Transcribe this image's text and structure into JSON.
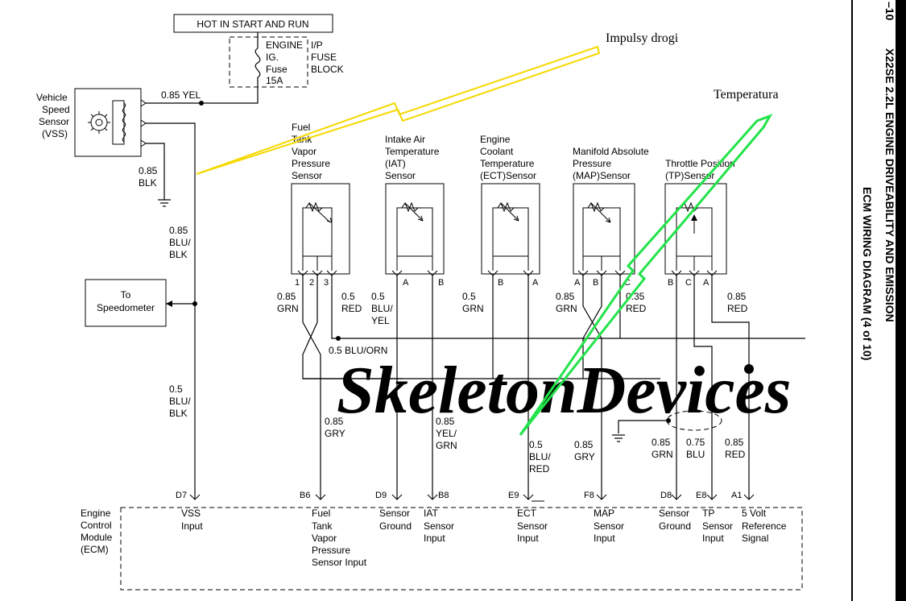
{
  "header": {
    "hot_label": "HOT IN START AND RUN",
    "fuse_line1": "ENGINE",
    "fuse_line2": "IG.",
    "fuse_line3": "Fuse",
    "fuse_line4": "15A",
    "fuse_block1": "I/P",
    "fuse_block2": "FUSE",
    "fuse_block3": "BLOCK"
  },
  "annotations": {
    "impulsy": "Impulsy drogi",
    "temperatura": "Temperatura"
  },
  "vss": {
    "name1": "Vehicle",
    "name2": "Speed",
    "name3": "Sensor",
    "name4": "(VSS)"
  },
  "speedometer": {
    "line1": "To",
    "line2": "Speedometer"
  },
  "wires": {
    "w_yel": "0.85 YEL",
    "w_blk_a": "0.85",
    "w_blk_b": "BLK",
    "w_blublk1_a": "0.85",
    "w_blublk1_b": "BLU/",
    "w_blublk1_c": "BLK",
    "w_blublk2_a": "0.5",
    "w_blublk2_b": "BLU/",
    "w_blublk2_c": "BLK",
    "w_grn1_a": "0.85",
    "w_grn1_b": "GRN",
    "w_red1_a": "0.5",
    "w_red1_b": "RED",
    "w_bluyel_a": "0.5",
    "w_bluyel_b": "BLU/",
    "w_bluyel_c": "YEL",
    "w_bluorn": "0.5 BLU/ORN",
    "w_grn2_a": "0.5",
    "w_grn2_b": "GRN",
    "w_grn3_a": "0.85",
    "w_grn3_b": "GRN",
    "w_red2_a": "0.35",
    "w_red2_b": "RED",
    "w_red3_a": "0.85",
    "w_red3_b": "RED",
    "w_gry1_a": "0.85",
    "w_gry1_b": "GRY",
    "w_yelgrn_a": "0.85",
    "w_yelgrn_b": "YEL/",
    "w_yelgrn_c": "GRN",
    "w_blured_a": "0.5",
    "w_blured_b": "BLU/",
    "w_blured_c": "RED",
    "w_gry2_a": "0.85",
    "w_gry2_b": "GRY",
    "w_grn4_a": "0.85",
    "w_grn4_b": "GRN",
    "w_blu_a": "0.75",
    "w_blu_b": "BLU",
    "w_red4_a": "0.85",
    "w_red4_b": "RED"
  },
  "sensors": [
    {
      "l1": "Fuel",
      "l2": "Tank",
      "l3": "Vapor",
      "l4": "Pressure",
      "l5": "Sensor"
    },
    {
      "l1": "Intake Air",
      "l2": "Temperature",
      "l3": "(IAT)",
      "l4": "Sensor"
    },
    {
      "l1": "Engine",
      "l2": "Coolant",
      "l3": "Temperature",
      "l4": "(ECT)Sensor"
    },
    {
      "l1": "Manifold Absolute",
      "l2": "Pressure",
      "l3": "(MAP)Sensor"
    },
    {
      "l1": "Throttle Position",
      "l2": "(TP)Sensor"
    }
  ],
  "pins": {
    "s1": [
      "1",
      "2",
      "3"
    ],
    "s2": [
      "A",
      "B"
    ],
    "s3": [
      "B",
      "A"
    ],
    "s4": [
      "A",
      "B",
      "C"
    ],
    "s5": [
      "B",
      "C",
      "A"
    ]
  },
  "ecm": {
    "title1": "Engine",
    "title2": "Control",
    "title3": "Module",
    "title4": "(ECM)",
    "pins": [
      "D7",
      "B6",
      "D9",
      "B8",
      "E9",
      "F8",
      "D8",
      "E8",
      "A1"
    ],
    "vss1": "VSS",
    "vss2": "Input",
    "fuel1": "Fuel",
    "fuel2": "Tank",
    "fuel3": "Vapor",
    "fuel4": "Pressure",
    "fuel5": "Sensor Input",
    "sg1a": "Sensor",
    "sg1b": "Ground",
    "iat1": "IAT",
    "iat2": "Sensor",
    "iat3": "Input",
    "ect1": "ECT",
    "ect2": "Sensor",
    "ect3": "Input",
    "map1": "MAP",
    "map2": "Sensor",
    "map3": "Input",
    "sg2a": "Sensor",
    "sg2b": "Ground",
    "tp1": "TP",
    "tp2": "Sensor",
    "tp3": "Input",
    "ref1": "5 Volt",
    "ref2": "Reference",
    "ref3": "Signal"
  },
  "sidebar": {
    "page_marker": "–10",
    "title1": "X22SE 2.2L ENGINE DRIVEABILITY AND EMISSION",
    "title2": "ECM WIRING DIAGRAM (4 of 10)"
  },
  "watermark": "SkeletonDevices",
  "colors": {
    "yellow_arrow": "#f5d800",
    "green_arrow": "#22e34a"
  }
}
